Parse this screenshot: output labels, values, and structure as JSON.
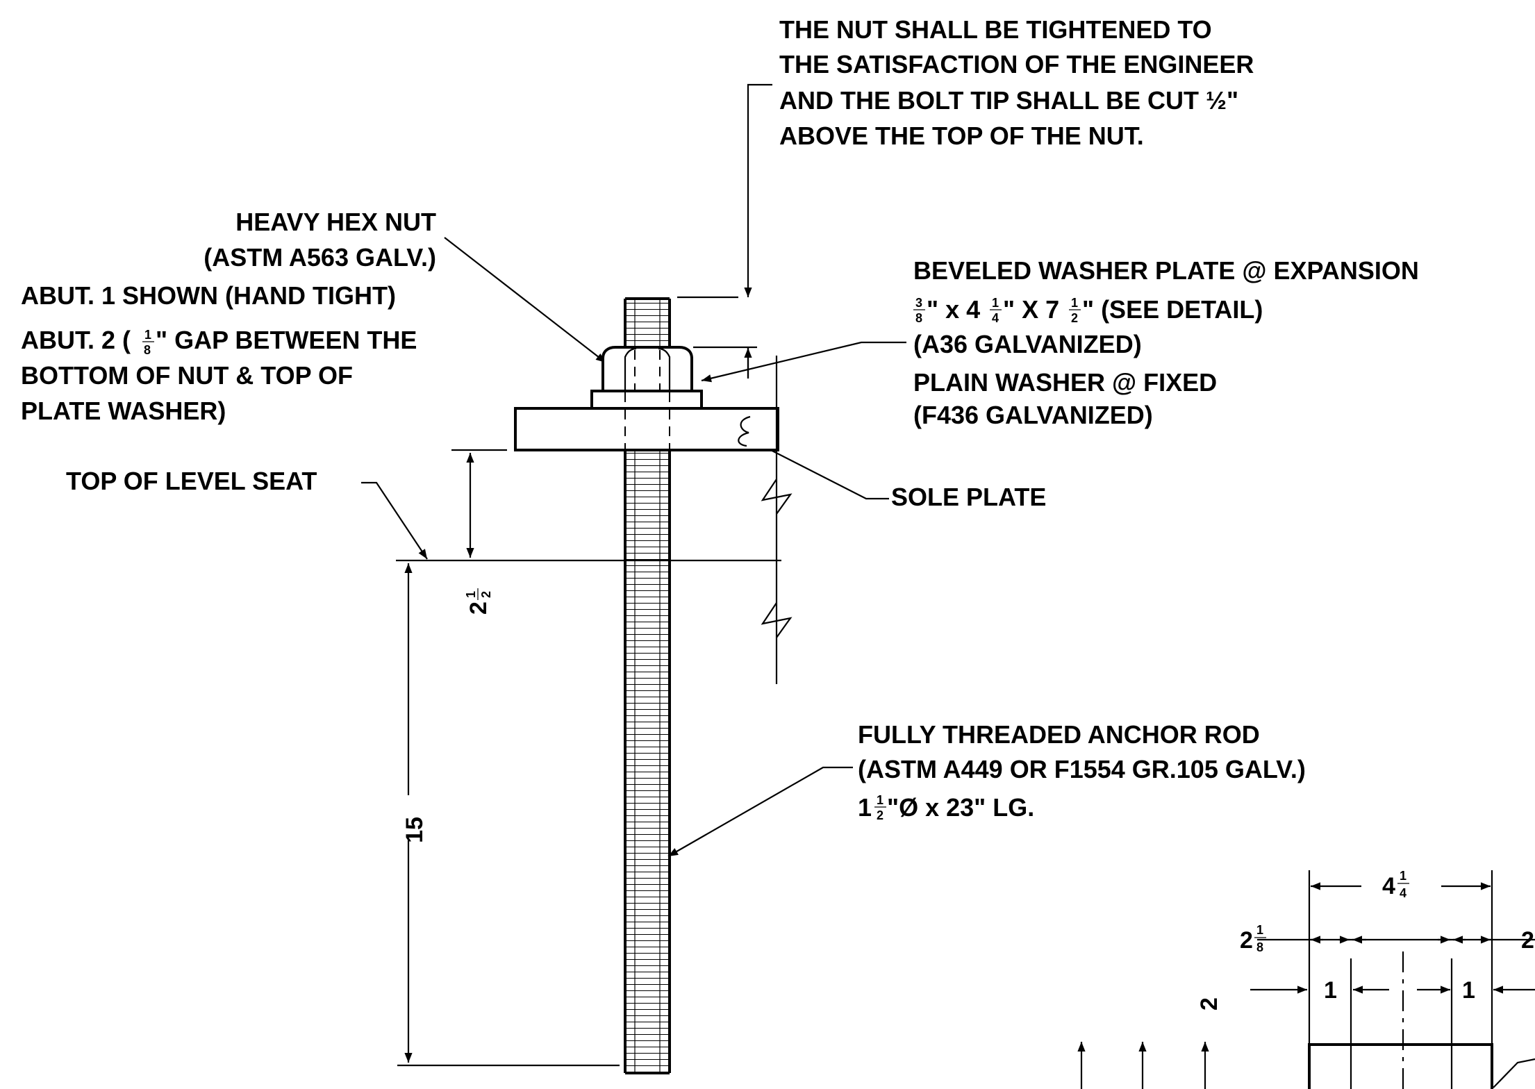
{
  "notes": {
    "nut_note": [
      "THE NUT SHALL BE TIGHTENED TO",
      "THE SATISFACTION OF THE ENGINEER",
      "AND THE BOLT TIP SHALL BE CUT ½\"",
      "ABOVE THE TOP OF THE NUT."
    ],
    "hex_nut": [
      "HEAVY HEX NUT",
      "(ASTM A563 GALV.)"
    ],
    "abut1": "ABUT. 1 SHOWN (HAND TIGHT)",
    "abut2": {
      "prefix": "ABUT. 2 ( ",
      "frac_num": "1",
      "frac_den": "8",
      "suffix": "\" GAP BETWEEN THE",
      "line2": "BOTTOM OF NUT & TOP OF",
      "line3": "PLATE WASHER)"
    },
    "beveled_washer": {
      "line1": "BEVELED WASHER  PLATE @ EXPANSION",
      "l2_a_num": "3",
      "l2_a_den": "8",
      "l2_b": "\" x 4 ",
      "l2_b_num": "1",
      "l2_b_den": "4",
      "l2_c": "\" X 7 ",
      "l2_c_num": "1",
      "l2_c_den": "2",
      "l2_d": "\" (SEE DETAIL)",
      "line3": "(A36 GALVANIZED)",
      "line4": "PLAIN WASHER  @ FIXED",
      "line5": "(F436 GALVANIZED)"
    },
    "top_level_seat": "TOP OF LEVEL SEAT",
    "sole_plate": "SOLE PLATE",
    "anchor_rod": {
      "line1": "FULLY THREADED  ANCHOR ROD",
      "line2": "(ASTM A449 OR F1554 GR.105 GALV.)",
      "l3_a": "1 ",
      "l3_num": "1",
      "l3_den": "2",
      "l3_b": "\"Ø x 23\" LG."
    }
  },
  "dimensions": {
    "rise": {
      "whole": "2",
      "num": "1",
      "den": "2"
    },
    "embed": "15",
    "detail_width": {
      "whole": "4",
      "num": "1",
      "den": "4"
    },
    "detail_edge_left": {
      "whole": "2",
      "num": "1",
      "den": "8"
    },
    "detail_edge_right": "2",
    "detail_one_left": "1",
    "detail_one_right": "1",
    "detail_side": "2"
  }
}
